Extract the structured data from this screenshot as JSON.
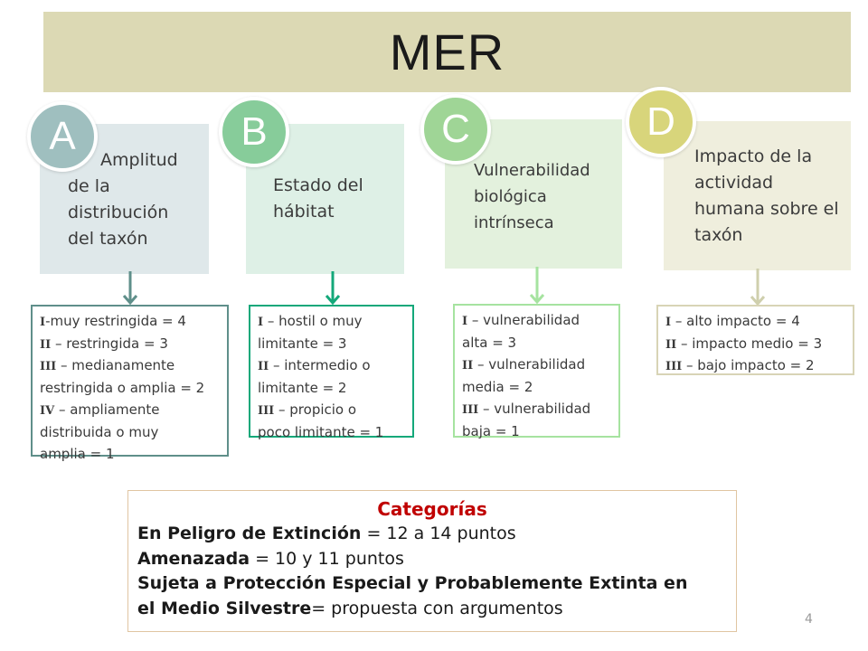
{
  "title": "MER",
  "cards": [
    {
      "letter": "A",
      "label": "Amplitud de la distribución del taxón",
      "bg": "#dfe8ea",
      "circle": "#9fbfbf",
      "arrow": "#5f8f8a"
    },
    {
      "letter": "B",
      "label": "Estado del hábitat",
      "bg": "#def0e6",
      "circle": "#87cc9a",
      "arrow": "#14a87a"
    },
    {
      "letter": "C",
      "label": "Vulnerabilidad biológica intrínseca",
      "bg": "#e3f1dd",
      "circle": "#9fd596",
      "arrow": "#a6e3a0"
    },
    {
      "letter": "D",
      "label": "Impacto de la actividad humana sobre el taxón",
      "bg": "#efeedd",
      "circle": "#d8d57b",
      "arrow": "#cfcfad"
    }
  ],
  "details": [
    {
      "border": "#5f8f8a",
      "lines": [
        {
          "roman": "I",
          "text": "-muy restringida = 4"
        },
        {
          "roman": "II",
          "text": " – restringida = 3"
        },
        {
          "roman": "III",
          "text": " – medianamente"
        },
        {
          "roman": "",
          "text": "restringida o amplia = 2"
        },
        {
          "roman": "IV",
          "text": " – ampliamente"
        },
        {
          "roman": "",
          "text": "distribuida o muy"
        },
        {
          "roman": "",
          "text": "amplia = 1"
        }
      ]
    },
    {
      "border": "#14a87a",
      "lines": [
        {
          "roman": "I",
          "text": " – hostil o muy"
        },
        {
          "roman": "",
          "text": "limitante = 3"
        },
        {
          "roman": "II",
          "text": " – intermedio o"
        },
        {
          "roman": "",
          "text": "limitante = 2"
        },
        {
          "roman": "III",
          "text": " – propicio o"
        },
        {
          "roman": "",
          "text": "poco limitante = 1"
        }
      ]
    },
    {
      "border": "#a6e3a0",
      "lines": [
        {
          "roman": "I",
          "text": " – vulnerabilidad"
        },
        {
          "roman": "",
          "text": "alta = 3"
        },
        {
          "roman": "II",
          "text": " – vulnerabilidad"
        },
        {
          "roman": "",
          "text": "media = 2"
        },
        {
          "roman": "III",
          "text": " – vulnerabilidad"
        },
        {
          "roman": "",
          "text": "baja = 1"
        }
      ]
    },
    {
      "border": "#d8d4b6",
      "lines": [
        {
          "roman": "I",
          "text": " – alto impacto = 4"
        },
        {
          "roman": "II",
          "text": " – impacto medio = 3"
        },
        {
          "roman": "III",
          "text": " – bajo impacto = 2"
        }
      ]
    }
  ],
  "categories": {
    "title": "Categorías",
    "lines": [
      {
        "bold": "En Peligro de Extinción",
        "rest": " = 12 a 14 puntos"
      },
      {
        "bold": "Amenazada",
        "rest": " = 10 y 11 puntos"
      },
      {
        "bold": "Sujeta a Protección Especial y Probablemente Extinta en",
        "rest": ""
      },
      {
        "bold": "el Medio Silvestre",
        "rest": "= propuesta con argumentos"
      }
    ]
  },
  "page_number": "4"
}
